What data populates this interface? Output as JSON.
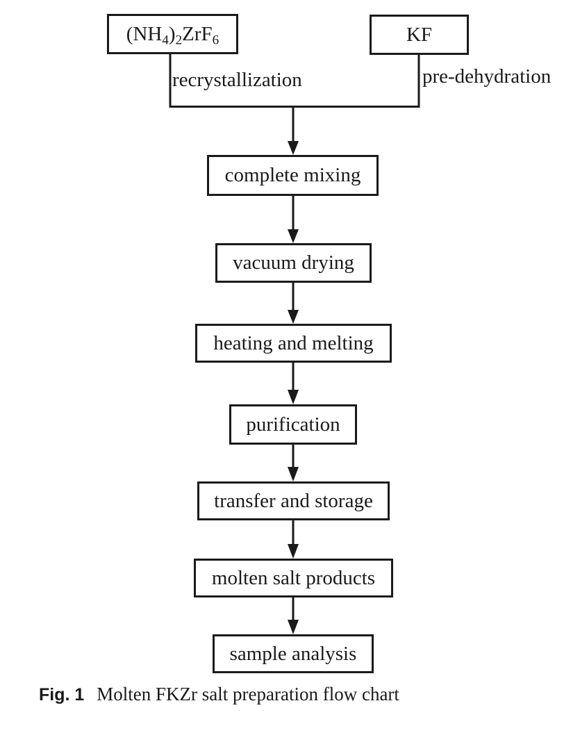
{
  "figure": {
    "caption": {
      "label": "Fig. 1",
      "text": "Molten FKZr salt preparation flow chart"
    }
  },
  "flowchart": {
    "sources": {
      "left": {
        "text": "(NH4)2ZrF6",
        "formula": [
          {
            "text": "(NH"
          },
          {
            "text": "4",
            "sub": true
          },
          {
            "text": ")"
          },
          {
            "text": "2",
            "sub": true
          },
          {
            "text": "ZrF"
          },
          {
            "text": "6",
            "sub": true
          }
        ]
      },
      "right": {
        "label": "KF"
      }
    },
    "edge_labels": {
      "left": "recrystallization",
      "right": "pre-dehydration"
    },
    "steps": [
      "complete mixing",
      "vacuum drying",
      "heating and melting",
      "purification",
      "transfer and storage",
      "molten salt products",
      "sample analysis"
    ],
    "colors": {
      "line": "#1a1a1a",
      "text": "#1a1a1a",
      "background": "#ffffff"
    }
  }
}
